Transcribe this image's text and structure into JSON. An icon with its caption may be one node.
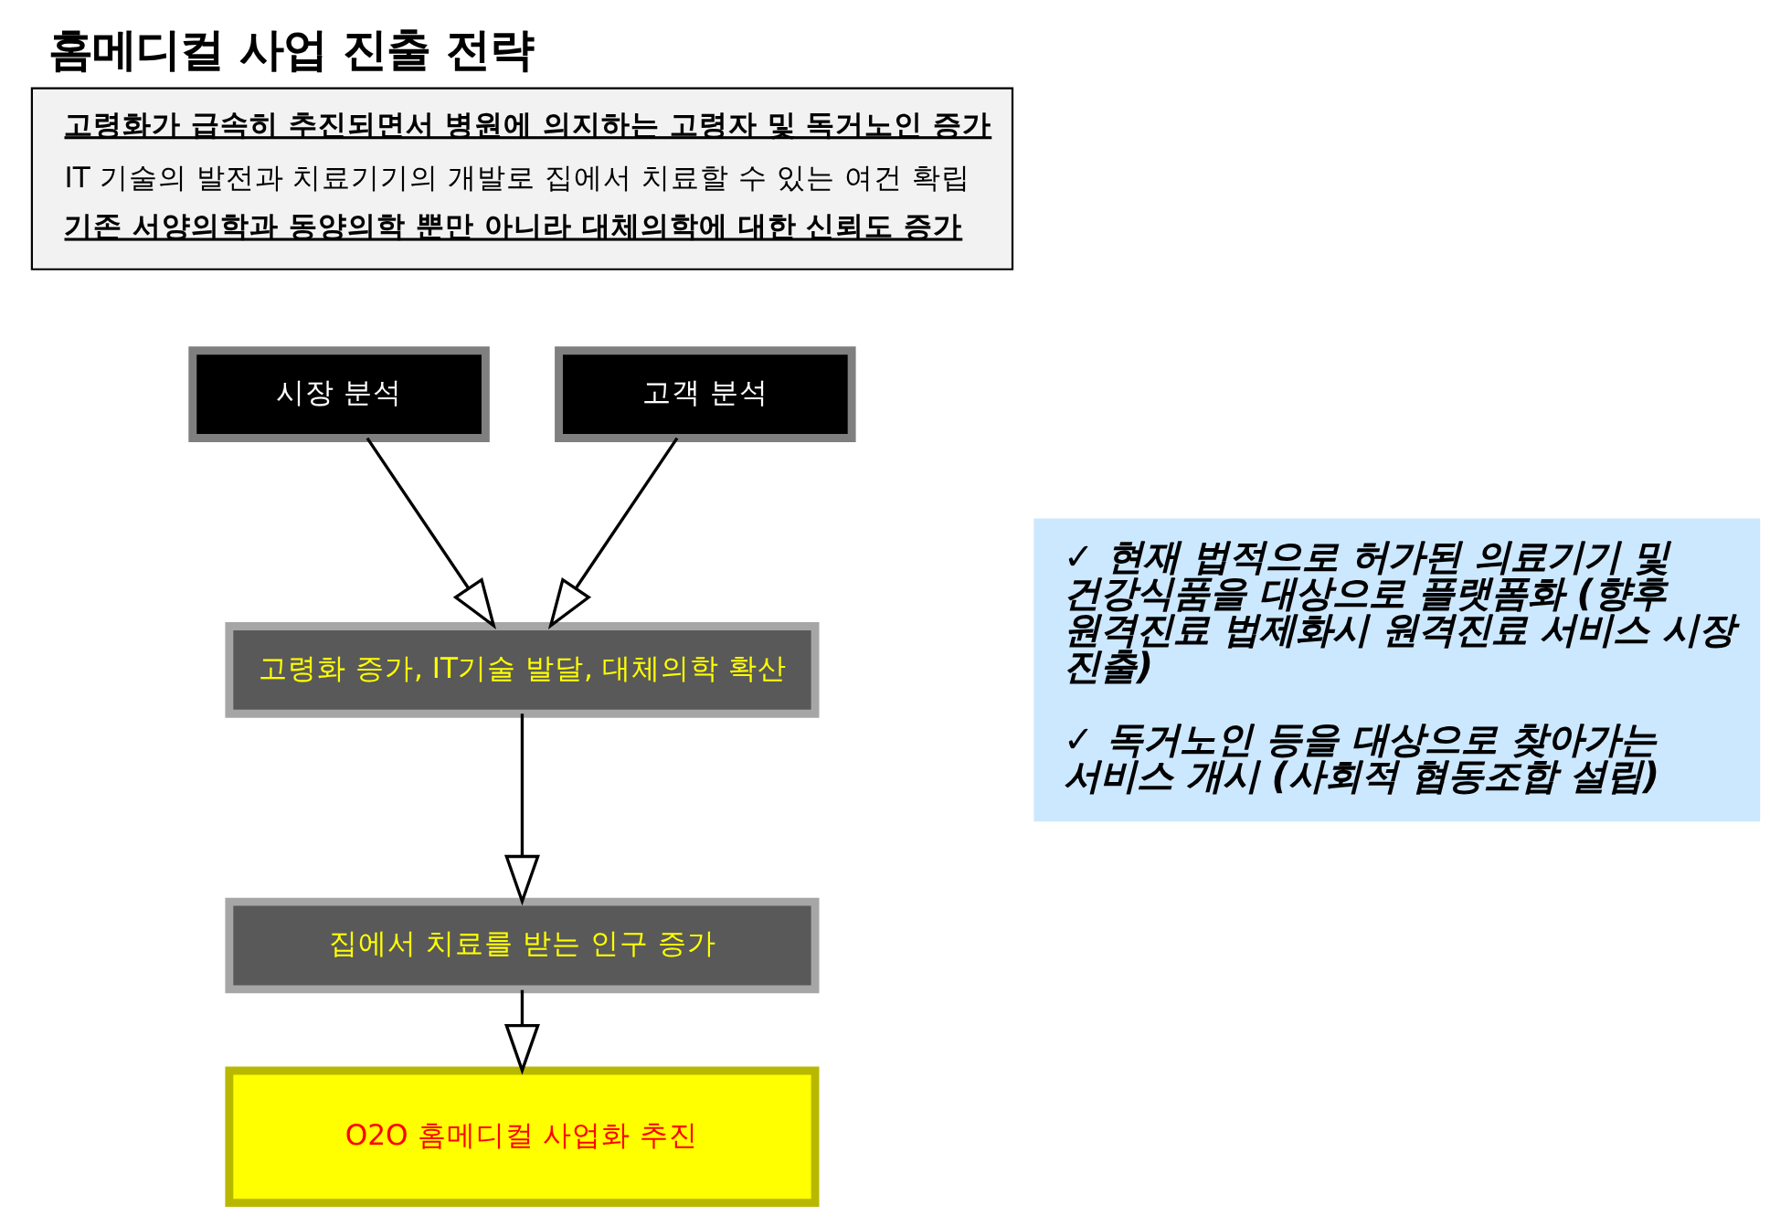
{
  "diagram": {
    "title": "홈메디컬 사업 진출 전략",
    "nodes": [
      {
        "text": [
          "고령화가 급속히 추진되면서 병원에 의지하는 고령자 및 독거노인 증가",
          "IT 기술의 발전과 치료기기의 개발로 집에서 치료할 수 있는 여건 확립",
          "기존 서양의학과 동양의학 뿐만 아니라 대체의학에 대한 신뢰도 증가"
        ]
      },
      {
        "text": [
          "시장 분석"
        ]
      },
      {
        "text": [
          "고객 분석"
        ]
      },
      {
        "text": [
          "고령화 증가, IT기술 발달, 대체의학 확산"
        ]
      },
      {
        "text": [
          "집에서 치료를 받는 인구 증가"
        ]
      },
      {
        "text": [
          "O2O 홈메디컬 사업화 추진"
        ]
      },
      {
        "text": [
          "✓ 현재 법적으로 허가된 의료기기 및 건강식품을 대상으로 플랫폼화 (향후 원격진료 법제화시 원격진료 서비스 시장 진출)",
          "✓ 독거노인 등을 대상으로 찾아가는 서비스 개시 (사회적 협동조합 설립)"
        ]
      }
    ],
    "edges": [
      {
        "from": 1,
        "to": 3,
        "arrow": "to"
      },
      {
        "from": 2,
        "to": 3,
        "arrow": "to"
      },
      {
        "from": 3,
        "to": 4,
        "arrow": "to"
      },
      {
        "from": 4,
        "to": 5,
        "arrow": "to"
      }
    ]
  }
}
